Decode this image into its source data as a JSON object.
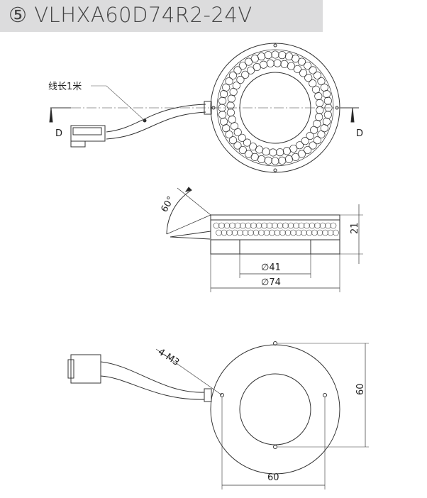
{
  "title": "⑤ VLHXA60D74R2-24V",
  "top_view": {
    "cable_label": "线长1米",
    "section_left": "D",
    "section_right": "D"
  },
  "side_view": {
    "angle_label": "60°",
    "height_label": "21",
    "inner_dia_label": "∅41",
    "outer_dia_label": "∅74"
  },
  "bottom_view": {
    "holes_label": "4-M3",
    "vertical_dim_label": "60",
    "horizontal_dim_label": "60"
  },
  "led_rings": {
    "outer_count": 48,
    "inner_count": 40
  }
}
